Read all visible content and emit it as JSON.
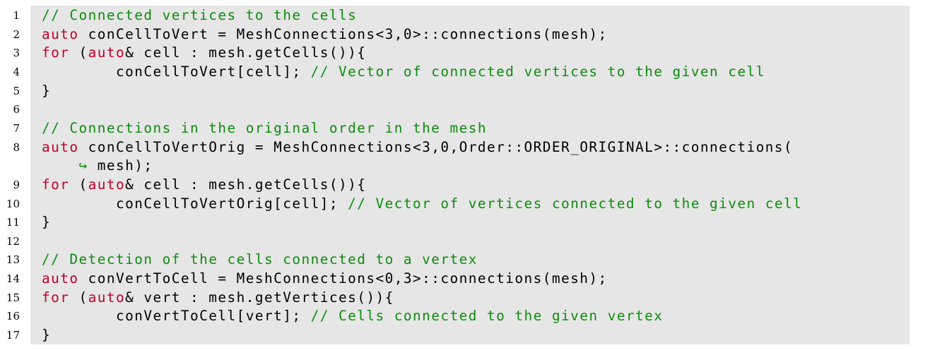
{
  "colors": {
    "background": "#e6e6e6",
    "keyword": "#c0002f",
    "comment": "#0d8c0d",
    "text": "#000000"
  },
  "lines": [
    {
      "n": "1",
      "tokens": [
        {
          "t": "// Connected vertices to the cells",
          "c": "cm"
        }
      ]
    },
    {
      "n": "2",
      "tokens": [
        {
          "t": "auto",
          "c": "kw"
        },
        {
          "t": " conCellToVert = MeshConnections<3,0>::connections(mesh);",
          "c": ""
        }
      ]
    },
    {
      "n": "3",
      "tokens": [
        {
          "t": "for",
          "c": "kw"
        },
        {
          "t": " (",
          "c": ""
        },
        {
          "t": "auto",
          "c": "kw"
        },
        {
          "t": "& cell : mesh.getCells()){",
          "c": ""
        }
      ]
    },
    {
      "n": "4",
      "tokens": [
        {
          "t": "        conCellToVert[cell]; ",
          "c": ""
        },
        {
          "t": "// Vector of connected vertices to the given cell",
          "c": "cm"
        }
      ]
    },
    {
      "n": "5",
      "tokens": [
        {
          "t": "}",
          "c": ""
        }
      ]
    },
    {
      "n": "6",
      "tokens": []
    },
    {
      "n": "7",
      "tokens": [
        {
          "t": "// Connections in the original order in the mesh",
          "c": "cm"
        }
      ]
    },
    {
      "n": "8",
      "tokens": [
        {
          "t": "auto",
          "c": "kw"
        },
        {
          "t": " conCellToVertOrig = MeshConnections<3,0,Order::ORDER_ORIGINAL>::connections(",
          "c": ""
        }
      ]
    },
    {
      "n": "",
      "tokens": [
        {
          "t": "    ",
          "c": ""
        },
        {
          "t": "↪",
          "c": "ar"
        },
        {
          "t": " mesh);",
          "c": ""
        }
      ]
    },
    {
      "n": "9",
      "tokens": [
        {
          "t": "for",
          "c": "kw"
        },
        {
          "t": " (",
          "c": ""
        },
        {
          "t": "auto",
          "c": "kw"
        },
        {
          "t": "& cell : mesh.getCells()){",
          "c": ""
        }
      ]
    },
    {
      "n": "10",
      "tokens": [
        {
          "t": "        conCellToVertOrig[cell]; ",
          "c": ""
        },
        {
          "t": "// Vector of vertices connected to the given cell",
          "c": "cm"
        }
      ]
    },
    {
      "n": "11",
      "tokens": [
        {
          "t": "}",
          "c": ""
        }
      ]
    },
    {
      "n": "12",
      "tokens": []
    },
    {
      "n": "13",
      "tokens": [
        {
          "t": "// Detection of the cells connected to a vertex",
          "c": "cm"
        }
      ]
    },
    {
      "n": "14",
      "tokens": [
        {
          "t": "auto",
          "c": "kw"
        },
        {
          "t": " conVertToCell = MeshConnections<0,3>::connections(mesh);",
          "c": ""
        }
      ]
    },
    {
      "n": "15",
      "tokens": [
        {
          "t": "for",
          "c": "kw"
        },
        {
          "t": " (",
          "c": ""
        },
        {
          "t": "auto",
          "c": "kw"
        },
        {
          "t": "& vert : mesh.getVertices()){",
          "c": ""
        }
      ]
    },
    {
      "n": "16",
      "tokens": [
        {
          "t": "        conVertToCell[vert]; ",
          "c": ""
        },
        {
          "t": "// Cells connected to the given vertex",
          "c": "cm"
        }
      ]
    },
    {
      "n": "17",
      "tokens": [
        {
          "t": "}",
          "c": ""
        }
      ]
    }
  ]
}
